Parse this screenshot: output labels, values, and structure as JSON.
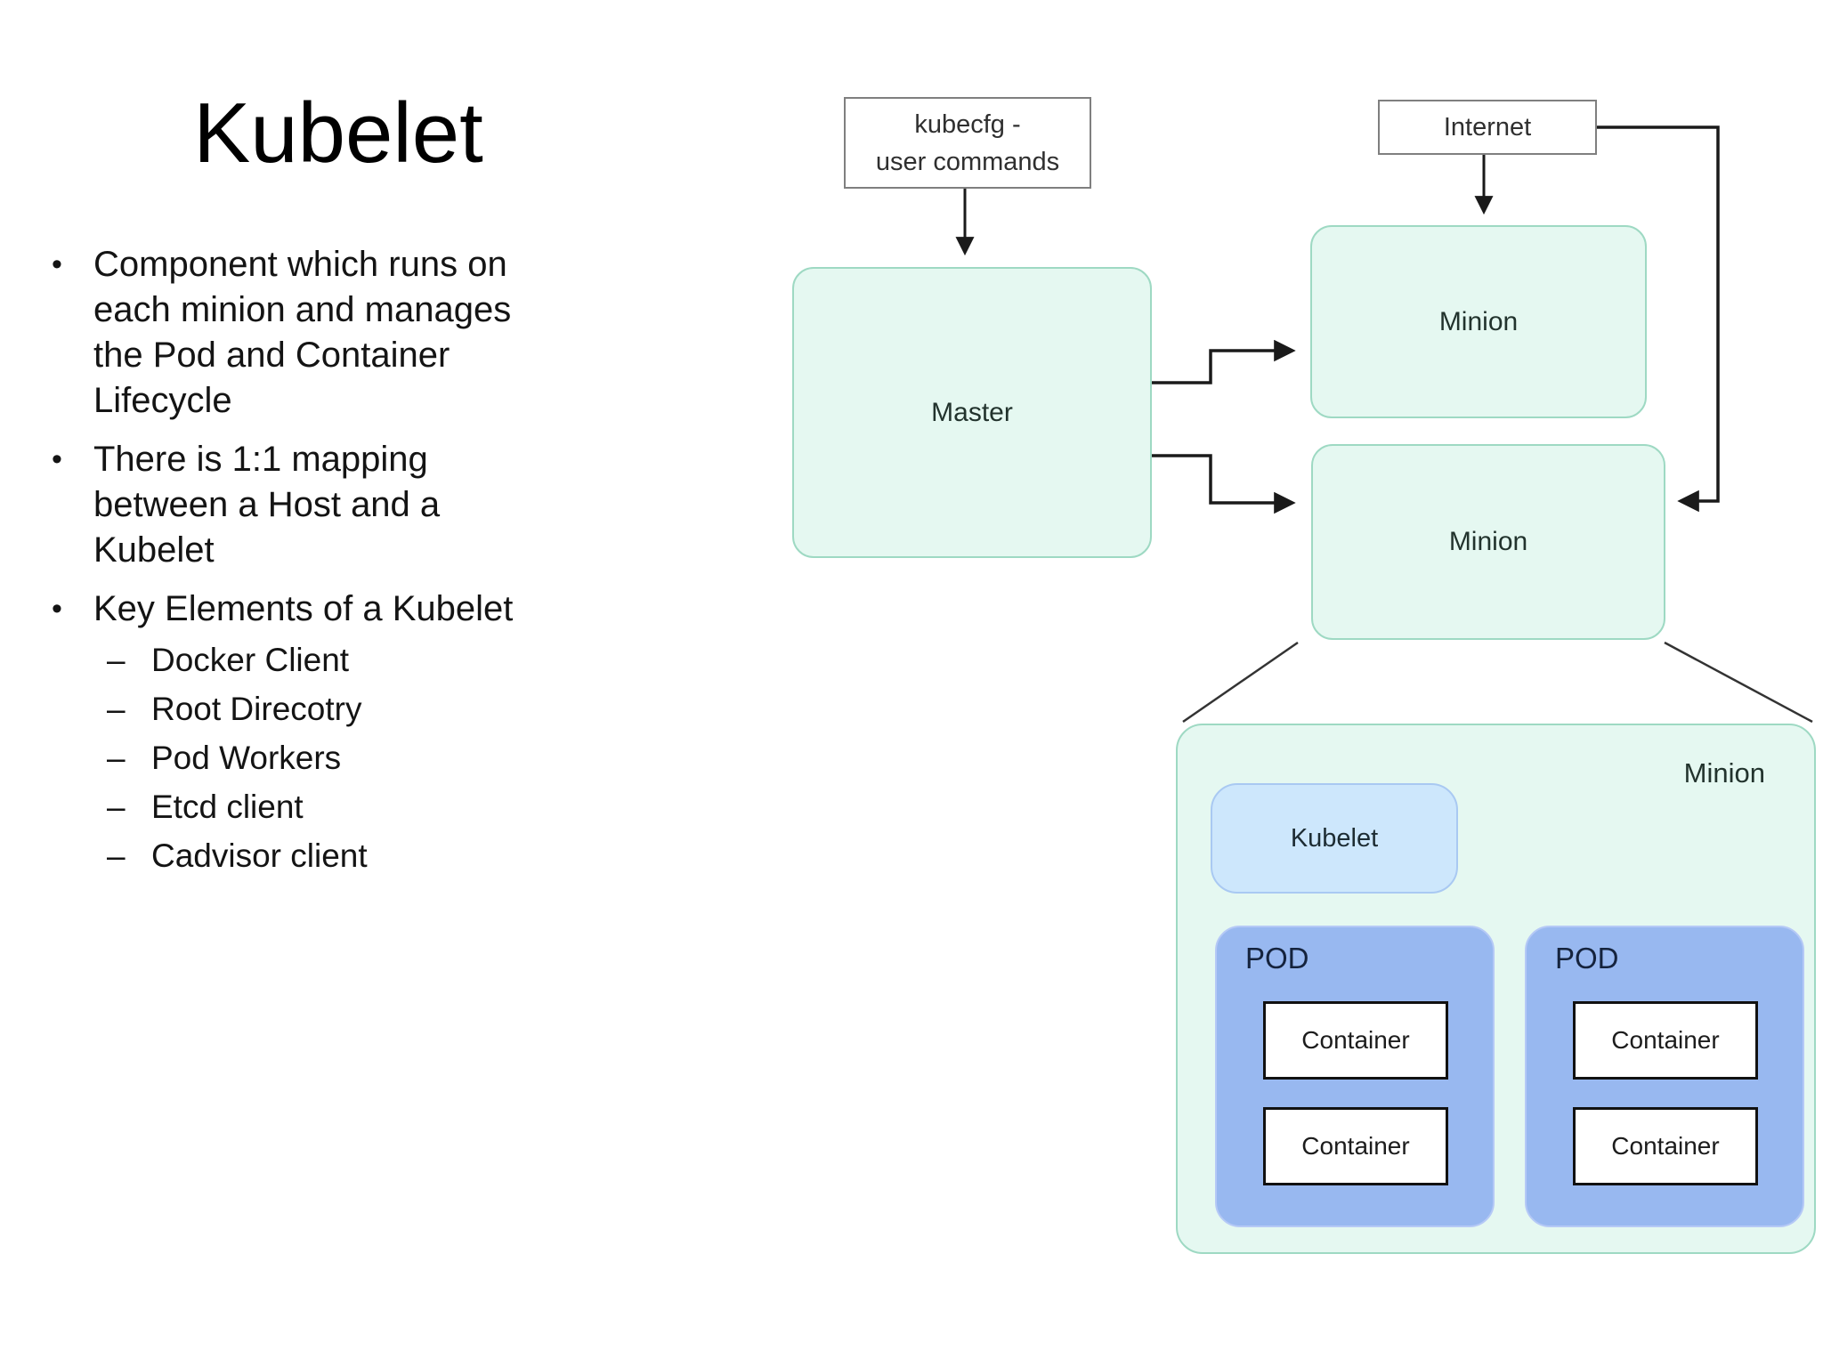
{
  "slide": {
    "title": "Kubelet",
    "bullet_marker": "•",
    "sub_marker": "–",
    "bullets": [
      "Component which runs on each minion and manages the Pod and Container Lifecycle",
      "There is 1:1 mapping between a Host and a Kubelet",
      "Key Elements of a Kubelet"
    ],
    "sub_bullets": [
      "Docker Client",
      "Root Direcotry",
      "Pod Workers",
      "Etcd client",
      "Cadvisor client"
    ]
  },
  "diagram": {
    "kubecfg_box": {
      "line1": "kubecfg -",
      "line2": "user commands"
    },
    "internet_label": "Internet",
    "master_label": "Master",
    "minion_top_label": "Minion",
    "minion_mid_label": "Minion",
    "big_minion_label": "Minion",
    "kubelet_label": "Kubelet",
    "pods": [
      {
        "label": "POD",
        "containers": [
          "Container",
          "Container"
        ]
      },
      {
        "label": "POD",
        "containers": [
          "Container",
          "Container"
        ]
      }
    ],
    "colors": {
      "mint_fill": "#e5f8f1",
      "mint_border": "#9ed9c3",
      "kubelet_fill": "#cde7fc",
      "kubelet_border": "#a9c9f2",
      "pod_fill": "#98b8f0",
      "pod_border": "#b5c9f6",
      "container_border": "#111111",
      "wire": "#1a1a1a"
    }
  }
}
